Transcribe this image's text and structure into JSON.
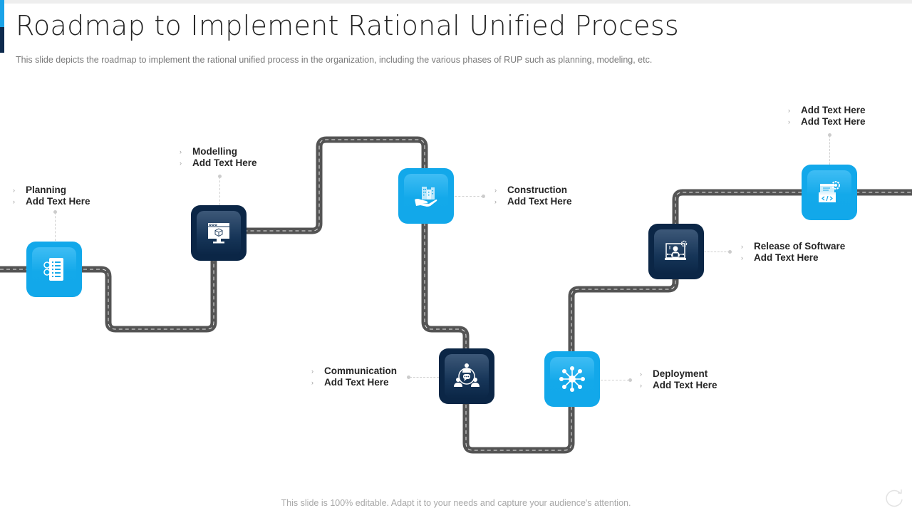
{
  "header": {
    "title": "Roadmap to Implement Rational Unified Process",
    "subtitle": "This slide depicts the roadmap to implement the rational unified process in the organization, including the various phases of RUP such as planning, modeling, etc."
  },
  "colors": {
    "accent_light": "#12a8ea",
    "accent_dark": "#0b2646",
    "road": "#545454",
    "road_stripe": "#e6e6e6"
  },
  "milestones": [
    {
      "id": "planning",
      "icon": "checklist-icon",
      "style": "light",
      "lines": [
        "Planning",
        "Add Text Here"
      ]
    },
    {
      "id": "modelling",
      "icon": "monitor-cube-icon",
      "style": "dark",
      "lines": [
        "Modelling",
        "Add Text Here"
      ]
    },
    {
      "id": "construction",
      "icon": "hand-buildings-icon",
      "style": "light",
      "lines": [
        "Construction",
        "Add Text Here"
      ]
    },
    {
      "id": "communication",
      "icon": "team-chat-icon",
      "style": "dark",
      "lines": [
        "Communication",
        "Add Text Here"
      ]
    },
    {
      "id": "deployment",
      "icon": "network-hub-icon",
      "style": "light",
      "lines": [
        "Deployment",
        "Add Text Here"
      ]
    },
    {
      "id": "release",
      "icon": "laptop-developer-icon",
      "style": "dark",
      "lines": [
        "Release of Software",
        "Add Text Here"
      ]
    },
    {
      "id": "final",
      "icon": "code-settings-icon",
      "style": "light",
      "lines": [
        "Add Text Here",
        "Add Text Here"
      ]
    }
  ],
  "bullet_glyph": "›",
  "footer": {
    "note": "This slide is 100% editable. Adapt it to your needs and capture your audience's attention.",
    "refresh_icon": "refresh-icon"
  }
}
